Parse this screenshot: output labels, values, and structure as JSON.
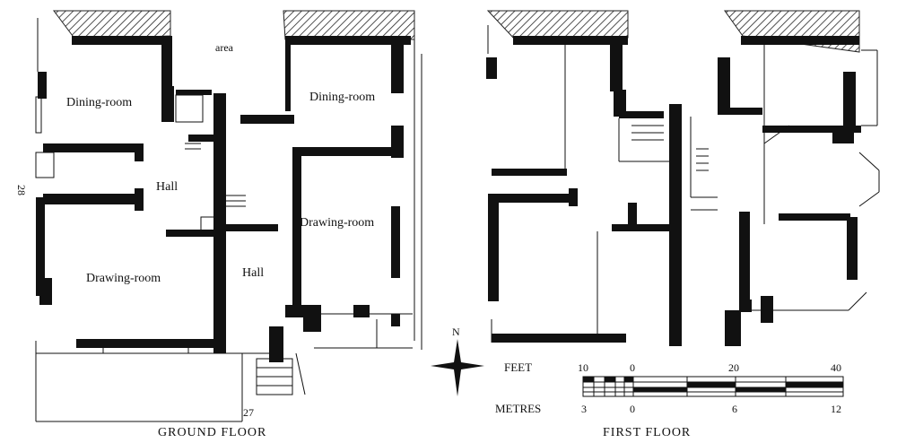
{
  "ground_floor": {
    "caption": "GROUND FLOOR",
    "rooms": {
      "dining_left": "Dining-room",
      "dining_right": "Dining-room",
      "hall_left": "Hall",
      "hall_right": "Hall",
      "drawing_left": "Drawing-room",
      "drawing_right": "Drawing-room"
    },
    "area_label": "area",
    "house_number_left": "28",
    "house_number_bottom": "27"
  },
  "first_floor": {
    "caption": "FIRST FLOOR"
  },
  "compass": {
    "north_label": "N"
  },
  "scale": {
    "feet_label": "FEET",
    "metres_label": "METRES",
    "feet_ticks": [
      "10",
      "0",
      "20",
      "40"
    ],
    "metres_ticks": [
      "3",
      "0",
      "6",
      "12"
    ]
  },
  "colors": {
    "wall": "#111111",
    "hatch": "#222222",
    "paper": "#ffffff"
  }
}
